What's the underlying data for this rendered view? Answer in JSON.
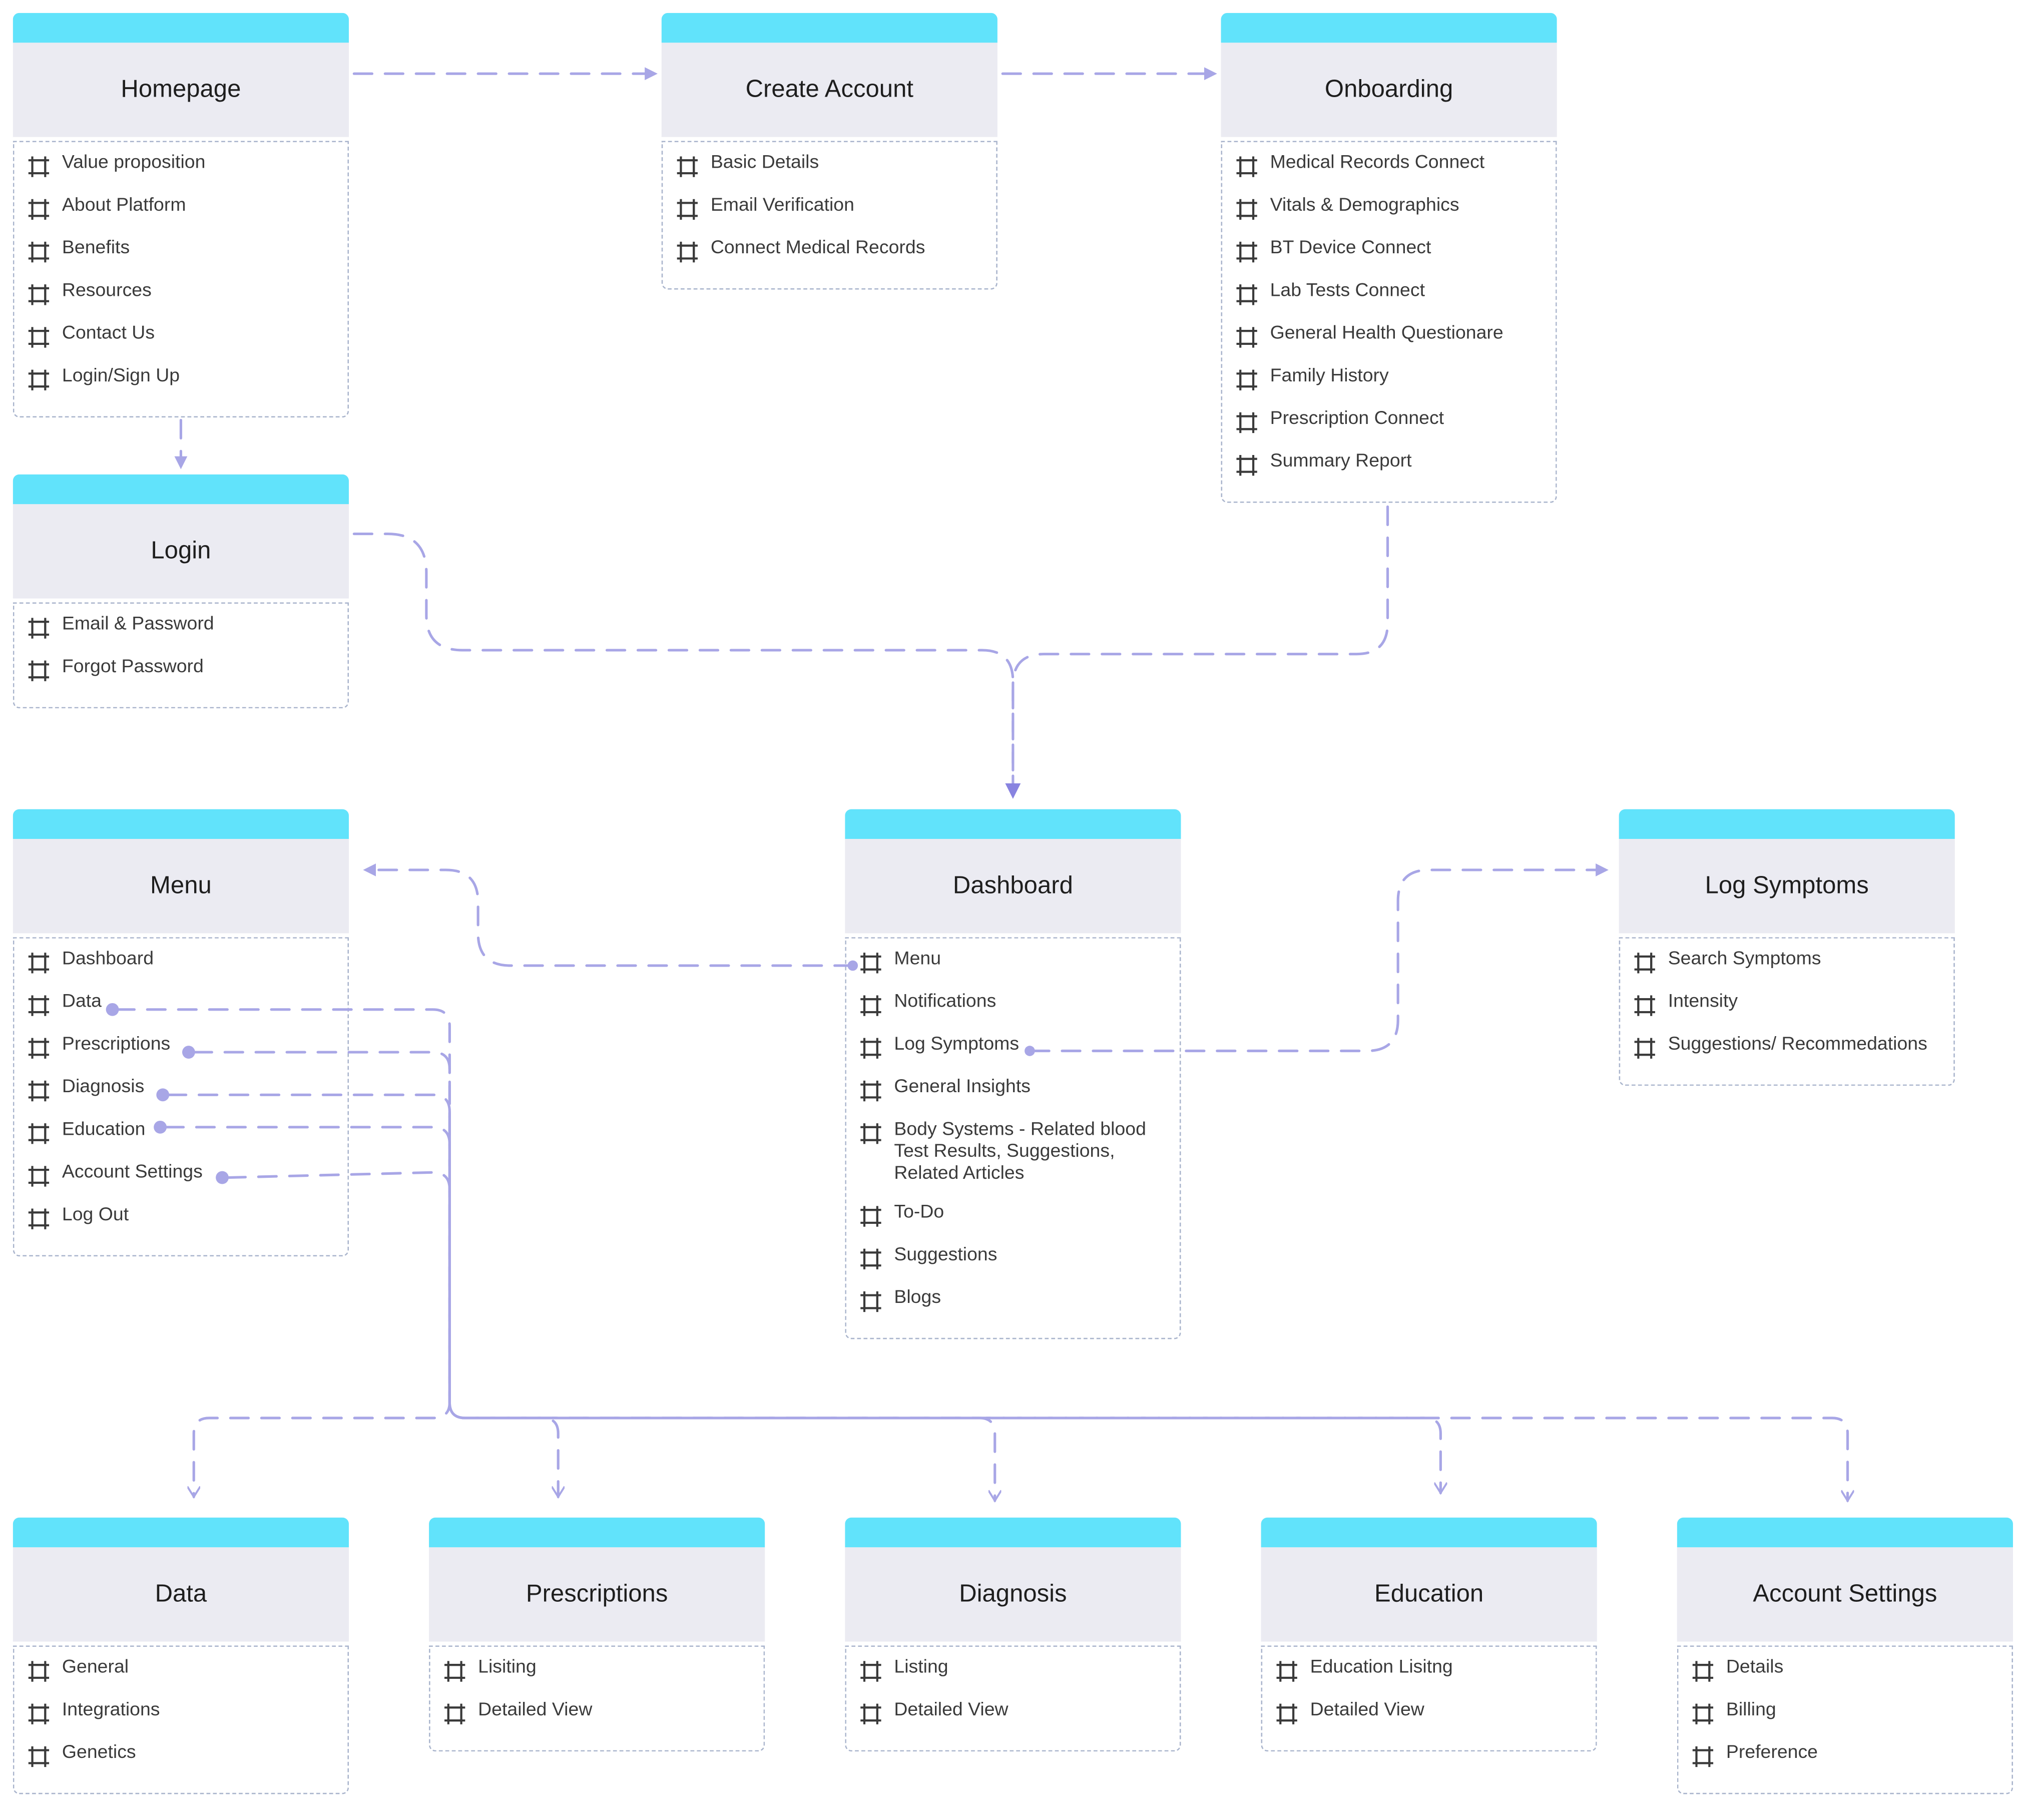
{
  "colors": {
    "cap": "#61e3fb",
    "head": "#ebebf2",
    "edge": "#a8a6e6",
    "dot": "#a8a6e6",
    "border": "#a9b4cc"
  },
  "icon": "frame-icon",
  "cards": {
    "homepage": {
      "title": "Homepage",
      "items": [
        "Value proposition",
        "About Platform",
        "Benefits",
        "Resources",
        "Contact Us",
        "Login/Sign Up"
      ]
    },
    "create_account": {
      "title": "Create Account",
      "items": [
        "Basic Details",
        "Email Verification",
        "Connect Medical Records"
      ]
    },
    "onboarding": {
      "title": "Onboarding",
      "items": [
        "Medical Records Connect",
        "Vitals & Demographics",
        "BT Device Connect",
        "Lab Tests Connect",
        "General Health Questionare",
        "Family History",
        "Prescription Connect",
        "Summary Report"
      ]
    },
    "login": {
      "title": "Login",
      "items": [
        "Email & Password",
        "Forgot Password"
      ]
    },
    "menu": {
      "title": "Menu",
      "items": [
        "Dashboard",
        "Data",
        "Prescriptions",
        "Diagnosis",
        "Education",
        "Account Settings",
        "Log Out"
      ]
    },
    "dashboard": {
      "title": "Dashboard",
      "items": [
        "Menu",
        "Notifications",
        "Log Symptoms",
        "General Insights",
        "Body Systems - Related blood Test Results, Suggestions, Related Articles",
        "To-Do",
        "Suggestions",
        "Blogs"
      ]
    },
    "log_symptoms": {
      "title": "Log Symptoms",
      "items": [
        "Search Symptoms",
        "Intensity",
        "Suggestions/ Recommedations"
      ]
    },
    "data": {
      "title": "Data",
      "items": [
        "General",
        "Integrations",
        "Genetics"
      ]
    },
    "prescriptions": {
      "title": "Prescriptions",
      "items": [
        "Lisiting",
        "Detailed View"
      ]
    },
    "diagnosis": {
      "title": "Diagnosis",
      "items": [
        "Listing",
        "Detailed View"
      ]
    },
    "education": {
      "title": "Education",
      "items": [
        "Education Lisitng",
        "Detailed View"
      ]
    },
    "account_settings": {
      "title": "Account Settings",
      "items": [
        "Details",
        "Billing",
        "Preference"
      ]
    }
  }
}
